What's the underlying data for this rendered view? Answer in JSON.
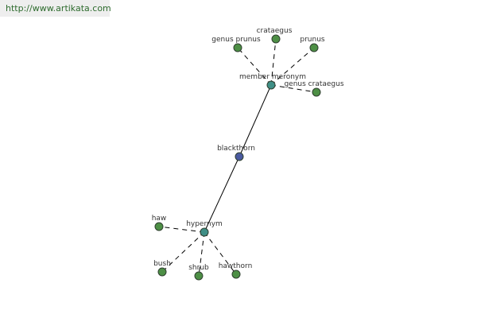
{
  "site_url": "http://www.artikata.com",
  "colors": {
    "central": "#4a5aa0",
    "relation": "#3f8f86",
    "leaf": "#4d8f45",
    "node_stroke": "#2f3f2f",
    "edge": "#000000"
  },
  "graph": {
    "central": {
      "id": "blackthorn",
      "label": "blackthorn"
    },
    "relations": [
      {
        "id": "member-meronym",
        "label": "member meronym",
        "leaves": [
          "genus-prunus",
          "crataegus",
          "prunus",
          "genus-crataegus"
        ]
      },
      {
        "id": "hypernym",
        "label": "hypernym",
        "leaves": [
          "haw",
          "bush",
          "shrub",
          "hawthorn"
        ]
      }
    ],
    "leaves": [
      {
        "id": "genus-prunus",
        "label": "genus prunus"
      },
      {
        "id": "crataegus",
        "label": "crataegus"
      },
      {
        "id": "prunus",
        "label": "prunus"
      },
      {
        "id": "genus-crataegus",
        "label": "genus crataegus"
      },
      {
        "id": "haw",
        "label": "haw"
      },
      {
        "id": "bush",
        "label": "bush"
      },
      {
        "id": "shrub",
        "label": "shrub"
      },
      {
        "id": "hawthorn",
        "label": "hawthorn"
      }
    ]
  }
}
